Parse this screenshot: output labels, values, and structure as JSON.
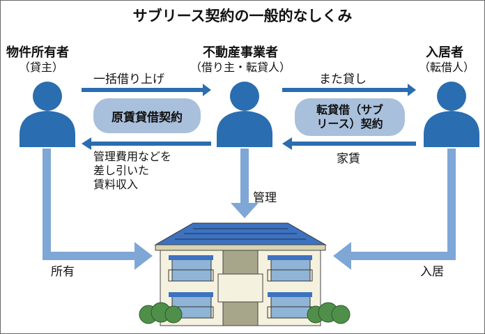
{
  "title": "サブリース契約の一般的なしくみ",
  "parties": {
    "owner": {
      "name": "物件所有者",
      "role": "（貸主）"
    },
    "agent": {
      "name": "不動産事業者",
      "role": "（借り主・転貸人）"
    },
    "tenant": {
      "name": "入居者",
      "role": "（転借人）"
    }
  },
  "flows": {
    "bulk_lease": "一括借り上げ",
    "rent_income_1": "管理費用などを",
    "rent_income_2": "差し引いた",
    "rent_income_3": "賃料収入",
    "sublet": "また貸し",
    "rent": "家賃",
    "manage": "管理",
    "own": "所有",
    "reside": "入居"
  },
  "contracts": {
    "master": "原賃貸借契約",
    "sub_1": "転貸借（サブ",
    "sub_2": "リース）契約"
  },
  "colors": {
    "person": "#2a6db0",
    "arrow": "#2a6db0",
    "pipe": "#7fa7d6",
    "pill": "#a9c0dc",
    "roof": "#3d72c0"
  }
}
